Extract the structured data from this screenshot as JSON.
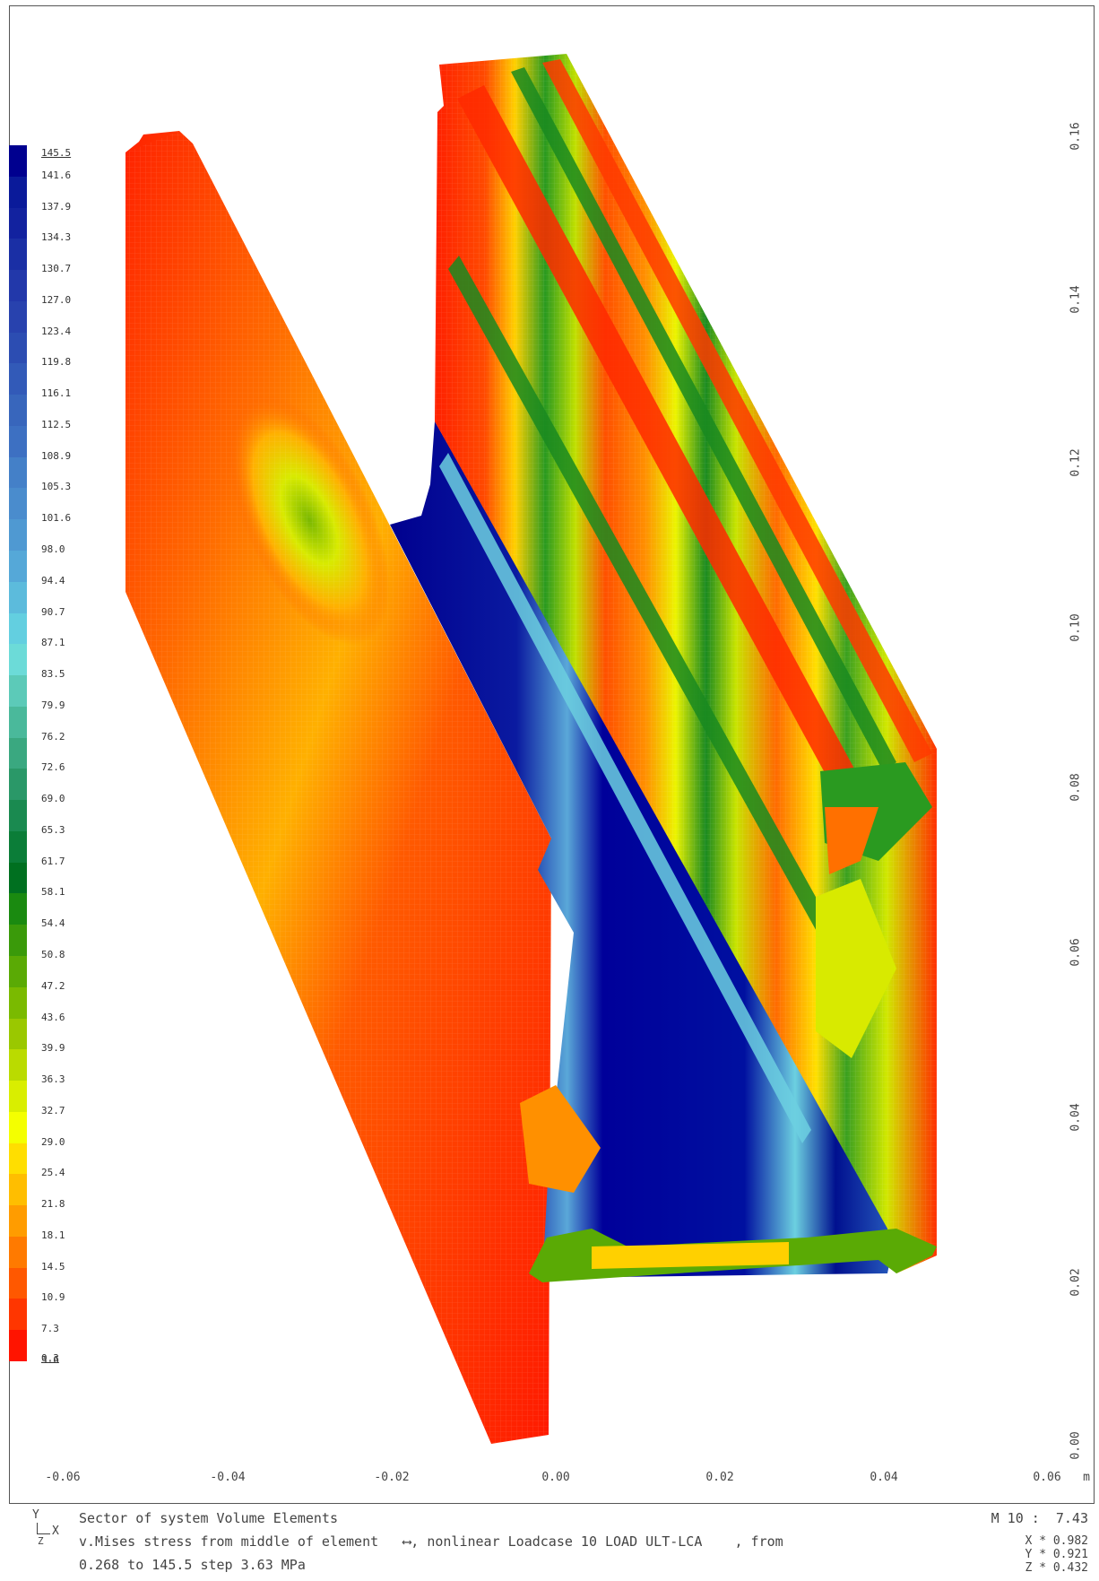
{
  "legend": {
    "top_label": "145.5",
    "bottom_label": "0.3",
    "levels": [
      "141.6",
      "137.9",
      "134.3",
      "130.7",
      "127.0",
      "123.4",
      "119.8",
      "116.1",
      "112.5",
      "108.9",
      "105.3",
      "101.6",
      "98.0",
      "94.4",
      "90.7",
      "87.1",
      "83.5",
      "79.9",
      "76.2",
      "72.6",
      "69.0",
      "65.3",
      "61.7",
      "58.1",
      "54.4",
      "50.8",
      "47.2",
      "43.6",
      "39.9",
      "36.3",
      "32.7",
      "29.0",
      "25.4",
      "21.8",
      "18.1",
      "14.5",
      "10.9",
      "7.3",
      "3.6"
    ],
    "colors": [
      "#00008f",
      "#0a1a9a",
      "#12229f",
      "#1a2fa5",
      "#2238aa",
      "#2842ae",
      "#2c4db2",
      "#325ab8",
      "#3866bc",
      "#3d70c2",
      "#4480c8",
      "#4a8ccd",
      "#4f99d2",
      "#55a8d8",
      "#5cbbdc",
      "#63cfe0",
      "#6cdbd8",
      "#5ccab8",
      "#4ab99b",
      "#3aa880",
      "#2a9868",
      "#1a8a50",
      "#0b7d38",
      "#007020",
      "#1a8a10",
      "#3a9a0a",
      "#5aaa05",
      "#7aba00",
      "#9ac800",
      "#badb00",
      "#d9ee00",
      "#f4ff00",
      "#ffde00",
      "#ffbe00",
      "#ff9c00",
      "#ff7a00",
      "#ff5800",
      "#ff3600",
      "#ff1400"
    ]
  },
  "x_axis": {
    "ticks": [
      "-0.06",
      "-0.04",
      "-0.02",
      "0.00",
      "0.02",
      "0.04",
      "0.06"
    ],
    "unit": "m"
  },
  "y_axis": {
    "ticks": [
      "0.00",
      "0.02",
      "0.04",
      "0.06",
      "0.08",
      "0.10",
      "0.12",
      "0.14",
      "0.16"
    ]
  },
  "footer": {
    "axis_y": "Y",
    "axis_x": "X",
    "axis_z": "Z",
    "line1": "Sector of system Volume Elements",
    "line2": "v.Mises stress from middle of element   ⟷, nonlinear Loadcase 10 LOAD ULT-LCA    , from",
    "line3": "0.268 to 145.5 step 3.63 MPa",
    "scale": "M 10 :  7.43",
    "sx": "X * 0.982",
    "sy": "Y * 0.921",
    "sz": "Z * 0.432"
  }
}
